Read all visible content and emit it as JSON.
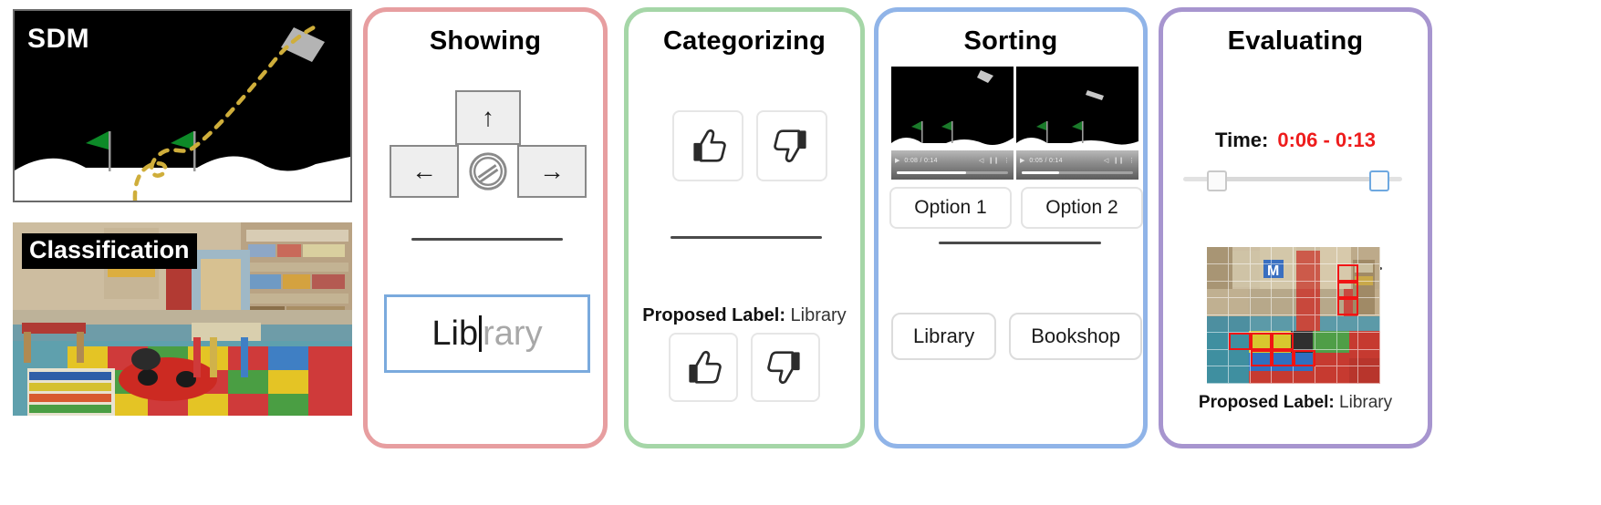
{
  "left_column": {
    "sdm": {
      "label": "SDM",
      "scene": "lunar-lander-trajectory"
    },
    "classification": {
      "label": "Classification",
      "scene": "library-classroom-photo"
    }
  },
  "cards": [
    {
      "id": "showing",
      "title": "Showing",
      "border_color": "#e79ea0",
      "keys": {
        "up": "↑",
        "left": "←",
        "right": "→",
        "noop_icon": "no-entry-icon"
      },
      "text_input": {
        "typed": "Lib",
        "suggestion": "rary",
        "value": "Library"
      }
    },
    {
      "id": "categorizing",
      "title": "Categorizing",
      "border_color": "#a5d6a7",
      "top_feedback": {
        "up_icon": "thumbs-up-icon",
        "down_icon": "thumbs-down-icon"
      },
      "proposed_label_prefix": "Proposed Label",
      "proposed_label_value": "Library",
      "bottom_feedback": {
        "up_icon": "thumbs-up-icon",
        "down_icon": "thumbs-down-icon"
      }
    },
    {
      "id": "sorting",
      "title": "Sorting",
      "border_color": "#90b4e8",
      "videos": [
        {
          "time": "0:08 / 0:14",
          "progress": 62
        },
        {
          "time": "0:05 / 0:14",
          "progress": 34
        }
      ],
      "options": [
        "Option 1",
        "Option 2"
      ],
      "labels": [
        "Library",
        "Bookshop"
      ]
    },
    {
      "id": "evaluating",
      "title": "Evaluating",
      "border_color": "#a795cf",
      "time_label": "Time:",
      "time_value": "0:06 - 0:13",
      "range": {
        "start_pct": 13,
        "end_pct": 87
      },
      "grid": {
        "rows": 8,
        "cols": 8,
        "highlighted": [
          [
            1,
            6
          ],
          [
            2,
            6
          ],
          [
            3,
            6
          ],
          [
            5,
            1
          ],
          [
            5,
            2
          ],
          [
            5,
            3
          ],
          [
            6,
            2
          ],
          [
            6,
            3
          ],
          [
            6,
            4
          ]
        ]
      },
      "proposed_label_prefix": "Proposed Label",
      "proposed_label_value": "Library"
    }
  ],
  "colors": {
    "accent_red": "#ee1c1c",
    "showing_border": "#e79ea0",
    "categorizing_border": "#a5d6a7",
    "sorting_border": "#90b4e8",
    "evaluating_border": "#a795cf"
  }
}
